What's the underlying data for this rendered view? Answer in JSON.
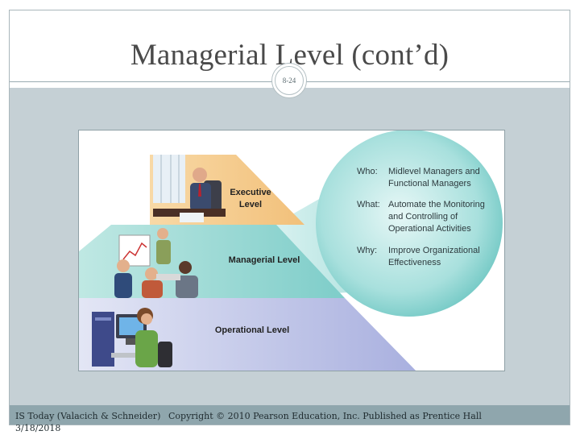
{
  "slide": {
    "title": "Managerial Level (cont’d)",
    "page_number": "8-24"
  },
  "figure": {
    "executive_label": "Executive\nLevel",
    "managerial_label": "Managerial Level",
    "operational_label": "Operational Level",
    "who_key": "Who:",
    "who_value": "Midlevel Managers and Functional Managers",
    "what_key": "What:",
    "what_value": "Automate the Monitoring and Controlling of Operational Activities",
    "why_key": "Why:",
    "why_value": "Improve Organizational Effectiveness"
  },
  "footer": {
    "course": "IS Today (Valacich & Schneider)",
    "date": "3/18/2018",
    "copyright": "Copyright © 2010 Pearson Education, Inc. Published as Prentice Hall"
  },
  "colors": {
    "content_bg": "#c5d0d5",
    "footer_bg": "#8fa6ad",
    "executive": "#f6cf94",
    "managerial": "#8fd3cf",
    "operational": "#b8bde3",
    "circle": "#7fd0cd"
  }
}
